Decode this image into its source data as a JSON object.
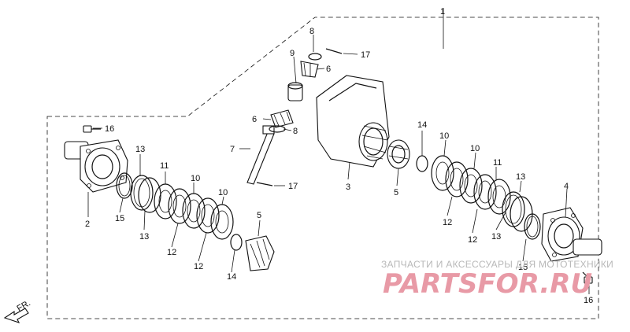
{
  "labels": {
    "p1": "1",
    "p2": "2",
    "p3": "3",
    "p4": "4",
    "p5a": "5",
    "p5b": "5",
    "p6a": "6",
    "p6b": "6",
    "p7": "7",
    "p8a": "8",
    "p8b": "8",
    "p9": "9",
    "p10a": "10",
    "p10b": "10",
    "p10c": "10",
    "p10d": "10",
    "p11a": "11",
    "p11b": "11",
    "p12a": "12",
    "p12b": "12",
    "p12c": "12",
    "p12d": "12",
    "p13a": "13",
    "p13b": "13",
    "p13c": "13",
    "p13d": "13",
    "p14a": "14",
    "p14b": "14",
    "p15a": "15",
    "p15b": "15",
    "p16a": "16",
    "p16b": "16",
    "p17a": "17",
    "p17b": "17"
  },
  "direction_label": "FR.",
  "watermark": {
    "caption": "ЗАПЧАСТИ И АКСЕССУАРЫ ДЛЯ МОТОТЕХНИКИ",
    "brand": "PARTSFOR.RU"
  },
  "colors": {
    "line": "#111111",
    "watermark": "#e89aa6",
    "caption": "#b8b8b8"
  }
}
